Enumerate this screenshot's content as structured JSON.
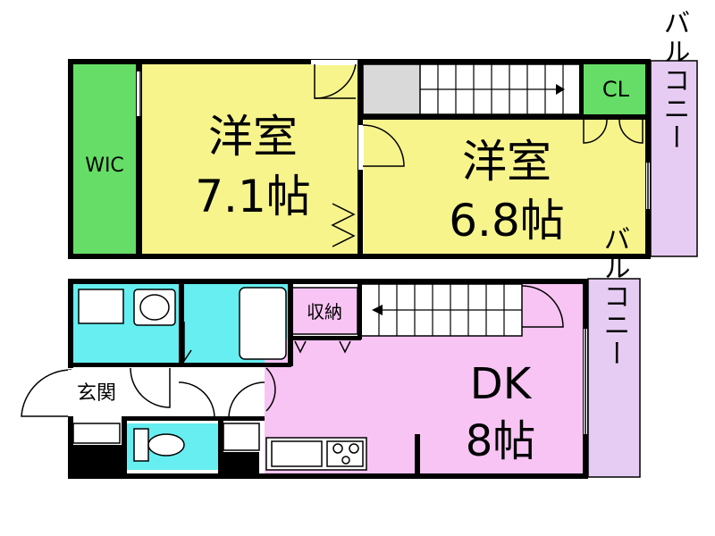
{
  "colors": {
    "wic": "#66dd66",
    "yoshitsu": "#f7f48c",
    "cl": "#66dd66",
    "balcony": "#e6ccf2",
    "wet": "#66eef0",
    "dk": "#f7c4f3",
    "stairs": "#d9d9d9",
    "wall": "#000000"
  },
  "upper": {
    "wic_label": "WIC",
    "room1": {
      "name": "洋室",
      "size": "7.1帖"
    },
    "room2": {
      "name": "洋室",
      "size": "6.8帖"
    },
    "cl_label": "CL",
    "balcony_label": "バルコニー"
  },
  "lower": {
    "storage_label": "収納",
    "dk": {
      "name": "DK",
      "size": "8帖"
    },
    "entrance_label": "玄関",
    "balcony_label": "バルコニー"
  }
}
